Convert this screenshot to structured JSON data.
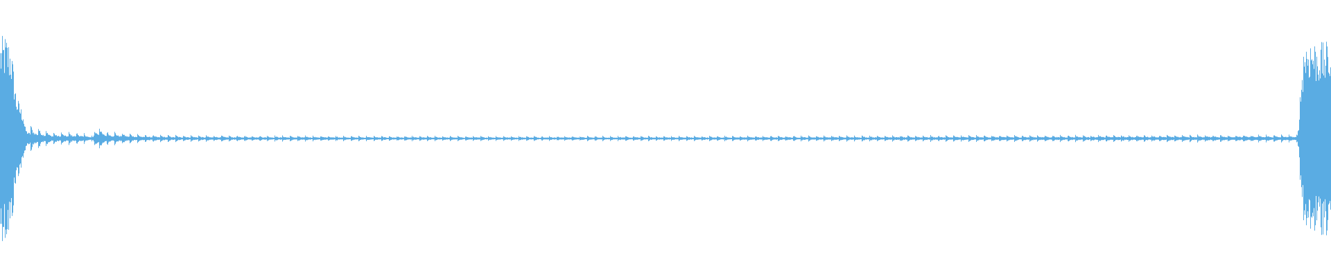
{
  "colors": {
    "background": "#ffffff",
    "waveform": "#5aace3"
  },
  "chart_data": {
    "type": "area",
    "title": "",
    "xlabel": "",
    "ylabel": "",
    "ylim": [
      -1,
      1
    ],
    "grid": false,
    "legend": "none",
    "series": [
      {
        "x": [
          0.0,
          0.004,
          0.008,
          0.012,
          0.02,
          0.04,
          0.06,
          0.07,
          0.071,
          0.08,
          0.11,
          0.15,
          0.3,
          0.5,
          0.7,
          0.9,
          0.975,
          0.98,
          0.985,
          0.99,
          1.0
        ],
        "amplitude": [
          0.73,
          0.76,
          0.7,
          0.32,
          0.12,
          0.05,
          0.05,
          0.02,
          0.12,
          0.06,
          0.03,
          0.025,
          0.02,
          0.02,
          0.025,
          0.03,
          0.03,
          0.72,
          0.74,
          0.7,
          0.7
        ]
      }
    ]
  }
}
